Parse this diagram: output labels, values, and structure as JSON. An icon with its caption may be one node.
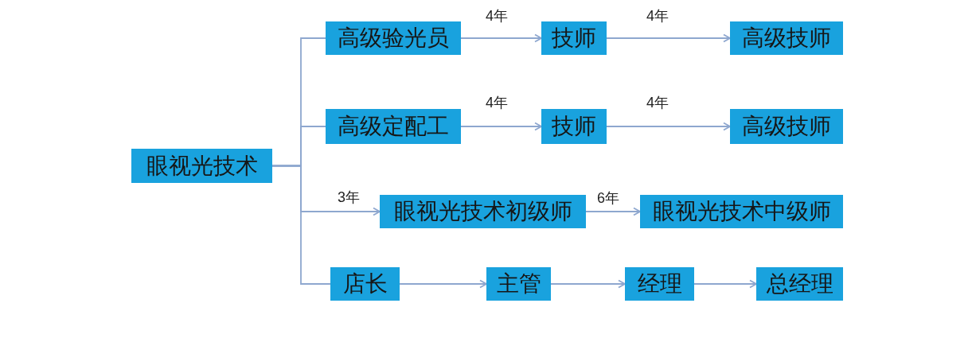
{
  "diagram": {
    "nodes": [
      {
        "text": [
          "眼视光技术"
        ]
      },
      {
        "text": [
          "高级验光员"
        ]
      },
      {
        "text": [
          "技师"
        ]
      },
      {
        "text": [
          "高级技师"
        ]
      },
      {
        "text": [
          "高级定配工"
        ]
      },
      {
        "text": [
          "技师"
        ]
      },
      {
        "text": [
          "高级技师"
        ]
      },
      {
        "text": [
          "眼视光技术初级师"
        ]
      },
      {
        "text": [
          "眼视光技术中级师"
        ]
      },
      {
        "text": [
          "店长"
        ]
      },
      {
        "text": [
          "主管"
        ]
      },
      {
        "text": [
          "经理"
        ]
      },
      {
        "text": [
          "总经理"
        ]
      }
    ],
    "edges": [
      {
        "from": 0,
        "to": 1,
        "arrow": "none"
      },
      {
        "from": 0,
        "to": 4,
        "arrow": "none"
      },
      {
        "from": 0,
        "to": 7,
        "arrow": "to",
        "label": "3年"
      },
      {
        "from": 0,
        "to": 9,
        "arrow": "none"
      },
      {
        "from": 1,
        "to": 2,
        "arrow": "to",
        "label": "4年"
      },
      {
        "from": 2,
        "to": 3,
        "arrow": "to",
        "label": "4年"
      },
      {
        "from": 4,
        "to": 5,
        "arrow": "to",
        "label": "4年"
      },
      {
        "from": 5,
        "to": 6,
        "arrow": "to",
        "label": "4年"
      },
      {
        "from": 7,
        "to": 8,
        "arrow": "to",
        "label": "6年"
      },
      {
        "from": 9,
        "to": 10,
        "arrow": "to"
      },
      {
        "from": 10,
        "to": 11,
        "arrow": "to"
      },
      {
        "from": 11,
        "to": 12,
        "arrow": "to"
      }
    ]
  }
}
